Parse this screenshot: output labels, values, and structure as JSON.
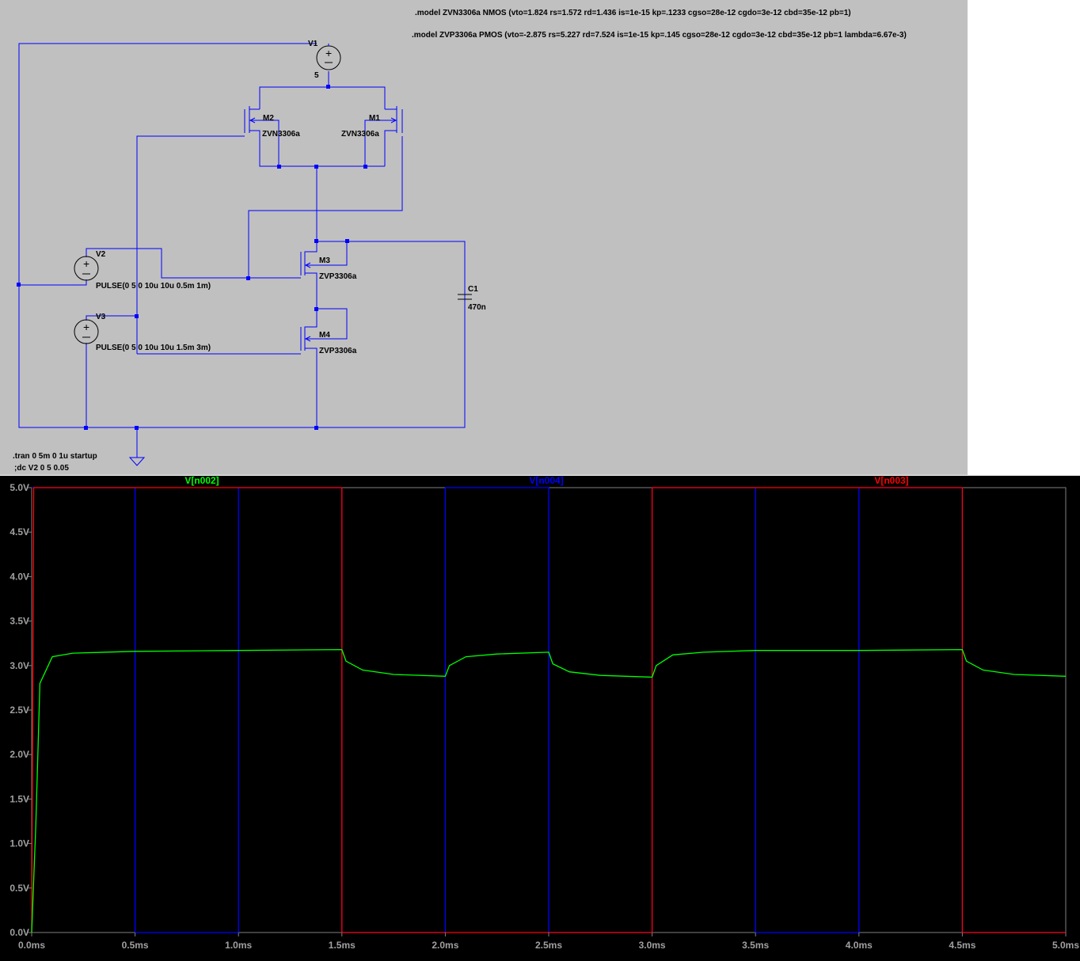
{
  "schematic": {
    "directives": {
      "nmos_model": ".model ZVN3306a NMOS (vto=1.824 rs=1.572 rd=1.436 is=1e-15 kp=.1233 cgso=28e-12 cgdo=3e-12 cbd=35e-12 pb=1)",
      "pmos_model": ".model ZVP3306a PMOS (vto=-2.875 rs=5.227 rd=7.524 is=1e-15 kp=.145 cgso=28e-12 cgdo=3e-12 cbd=35e-12 pb=1 lambda=6.67e-3)",
      "tran": ".tran 0 5m 0 1u startup",
      "dc": ";dc V2 0 5 0.05"
    },
    "components": {
      "v1": {
        "name": "V1",
        "value": "5"
      },
      "v2": {
        "name": "V2",
        "value": "PULSE(0 5 0 10u 10u 0.5m 1m)"
      },
      "v3": {
        "name": "V3",
        "value": "PULSE(0 5 0 10u 10u 1.5m 3m)"
      },
      "m1": {
        "name": "M1",
        "model": "ZVN3306a"
      },
      "m2": {
        "name": "M2",
        "model": "ZVN3306a"
      },
      "m3": {
        "name": "M3",
        "model": "ZVP3306a"
      },
      "m4": {
        "name": "M4",
        "model": "ZVP3306a"
      },
      "c1": {
        "name": "C1",
        "value": "470n"
      }
    }
  },
  "colors": {
    "schematic_bg": "#c0c0c0",
    "wire": "#0000ff",
    "plot_bg": "#000000",
    "grid": "#808080",
    "n002": "#00ff00",
    "n004": "#0000ff",
    "n003": "#ff0000"
  },
  "chart_data": {
    "type": "line",
    "xlim": [
      0,
      5
    ],
    "ylim": [
      0,
      5
    ],
    "grid": true,
    "x_ticks": [
      "0.0ms",
      "0.5ms",
      "1.0ms",
      "1.5ms",
      "2.0ms",
      "2.5ms",
      "3.0ms",
      "3.5ms",
      "4.0ms",
      "4.5ms",
      "5.0ms"
    ],
    "y_ticks": [
      "0.0V",
      "0.5V",
      "1.0V",
      "1.5V",
      "2.0V",
      "2.5V",
      "3.0V",
      "3.5V",
      "4.0V",
      "4.5V",
      "5.0V"
    ],
    "series": [
      {
        "name": "V[n002]",
        "color": "#00ff00",
        "x": [
          0,
          0.02,
          0.04,
          0.1,
          0.2,
          0.5,
          1.0,
          1.5,
          1.52,
          1.6,
          1.75,
          2.0,
          2.02,
          2.1,
          2.25,
          2.5,
          2.52,
          2.6,
          2.75,
          3.0,
          3.02,
          3.1,
          3.25,
          3.5,
          4.0,
          4.5,
          4.52,
          4.6,
          4.75,
          5.0
        ],
        "y": [
          0,
          1.2,
          2.8,
          3.1,
          3.14,
          3.16,
          3.17,
          3.18,
          3.05,
          2.95,
          2.9,
          2.88,
          3.0,
          3.1,
          3.13,
          3.15,
          3.02,
          2.93,
          2.89,
          2.87,
          3.0,
          3.12,
          3.15,
          3.17,
          3.17,
          3.18,
          3.05,
          2.95,
          2.9,
          2.88
        ]
      },
      {
        "name": "V[n004]",
        "color": "#0000ff",
        "x": [
          0,
          0.5,
          0.5,
          1.0,
          1.0,
          1.5,
          1.5,
          2.0,
          2.0,
          2.5,
          2.5,
          3.0,
          3.0,
          3.5,
          3.5,
          4.0,
          4.0,
          4.5,
          4.5,
          5.0
        ],
        "y": [
          5,
          5,
          0,
          0,
          5,
          5,
          0,
          0,
          5,
          5,
          0,
          0,
          5,
          5,
          0,
          0,
          5,
          5,
          0,
          0
        ]
      },
      {
        "name": "V[n003]",
        "color": "#ff0000",
        "x": [
          0,
          0.01,
          1.5,
          1.5,
          3.0,
          3.0,
          4.5,
          4.5,
          5.0
        ],
        "y": [
          0,
          5,
          5,
          0,
          0,
          5,
          5,
          0,
          0
        ]
      }
    ]
  }
}
